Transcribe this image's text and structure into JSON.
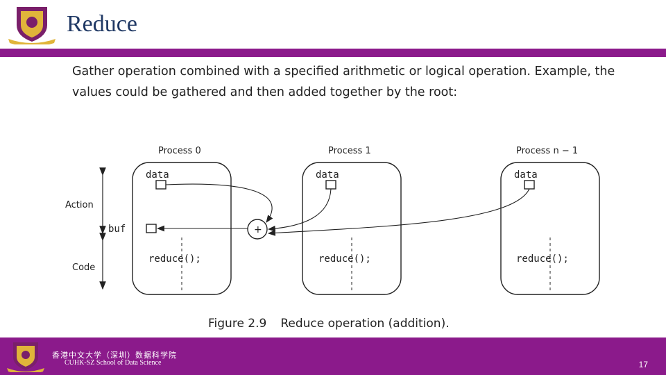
{
  "slide": {
    "title": "Reduce",
    "paragraph": "Gather operation combined with a specified arithmetic or logical operation. Example, the values could be gathered and then added together by the root:"
  },
  "figure": {
    "processes": [
      {
        "label": "Process 0",
        "var_top": "data",
        "call": "reduce();"
      },
      {
        "label": "Process 1",
        "var_top": "data",
        "call": "reduce();"
      },
      {
        "label": "Process n − 1",
        "var_top": "data",
        "call": "reduce();"
      }
    ],
    "buf_label": "buf",
    "operator": "+",
    "side_labels": {
      "action": "Action",
      "code": "Code"
    },
    "caption_number": "Figure 2.9",
    "caption_text": "Reduce operation (addition)."
  },
  "footer": {
    "school_cn": "香港中文大学（深圳）数据科学院",
    "school_en": "CUHK-SZ School of Data Science",
    "page_number": "17"
  },
  "colors": {
    "accent": "#8b1a8b",
    "title": "#1f3864"
  }
}
